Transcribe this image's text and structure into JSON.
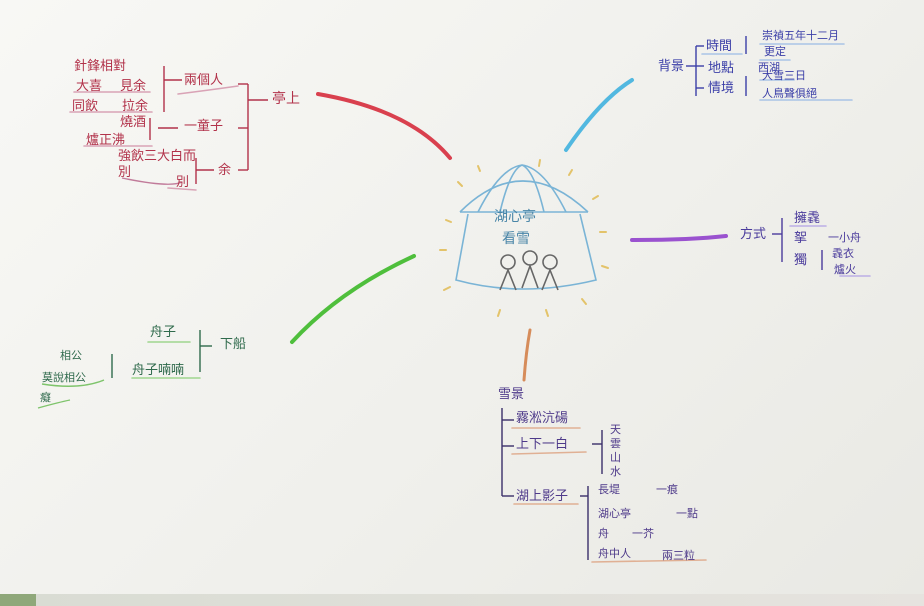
{
  "mindmap": {
    "center": {
      "line1": "湖心亭",
      "line2": "看雪"
    },
    "branch_top_left": {
      "label": "亭上",
      "nodes": {
        "n1": "兩個人",
        "n1a": "大喜",
        "n1b": "見余",
        "n1c": "針鋒相對",
        "n1d": "同飲",
        "n1e": "拉余",
        "n2": "一童子",
        "n2a": "燒酒",
        "n2b": "爐正沸",
        "n3": "余",
        "n3a": "強飲三大白而",
        "n3b": "別",
        "n3c": "別"
      }
    },
    "branch_top_right": {
      "label": "背景",
      "nodes": {
        "time": "時間",
        "time1": "崇禎五年十二月",
        "time2": "更定",
        "place": "地點",
        "place1": "西湖",
        "scene": "情境",
        "scene1": "大雪三日",
        "scene2": "人鳥聲俱絕"
      }
    },
    "branch_right": {
      "label": "方式",
      "nodes": {
        "a": "擁毳",
        "b": "挐",
        "b1": "一小舟",
        "c": "獨",
        "c1": "毳衣",
        "c2": "爐火"
      }
    },
    "branch_bottom_left": {
      "label": "下船",
      "nodes": {
        "a": "舟子喃喃",
        "b": "舟子",
        "c": "相公",
        "d": "莫說相公",
        "e": "癡"
      }
    },
    "branch_bottom": {
      "label": "雪景",
      "nodes": {
        "a": "霧淞沆碭",
        "b": "上下一白",
        "b1": "天",
        "b2": "雲",
        "b3": "山",
        "b4": "水",
        "c": "湖上影子",
        "c1": "長堤",
        "c1a": "一痕",
        "c2": "湖心亭",
        "c2a": "一點",
        "c3": "舟",
        "c3a": "一芥",
        "c4": "舟中人",
        "c4a": "兩三粒"
      }
    }
  }
}
